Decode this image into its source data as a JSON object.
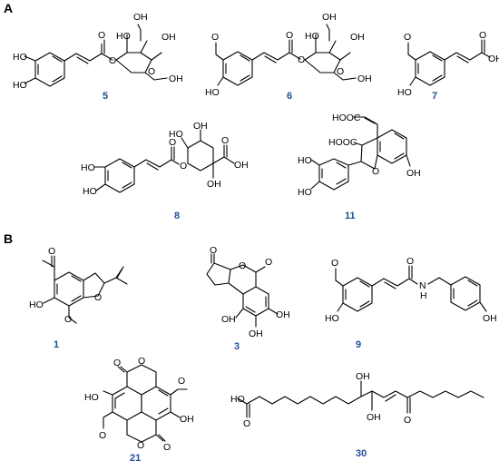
{
  "panels": [
    {
      "label": "A",
      "compounds": [
        {
          "number": "5",
          "atoms": [
            {
              "t": "HO",
              "id": "a1"
            },
            {
              "t": "HO",
              "id": "a2"
            },
            {
              "t": "O",
              "id": "a3"
            },
            {
              "t": "O",
              "id": "a4"
            },
            {
              "t": "O",
              "id": "a5"
            },
            {
              "t": "HO",
              "id": "a6"
            },
            {
              "t": "OH",
              "id": "a7"
            },
            {
              "t": "OH",
              "id": "a8"
            },
            {
              "t": "OH",
              "id": "a9"
            }
          ]
        },
        {
          "number": "6",
          "atoms": [
            {
              "t": "O",
              "id": "a1"
            },
            {
              "t": "HO",
              "id": "a2"
            },
            {
              "t": "O",
              "id": "a3"
            },
            {
              "t": "O",
              "id": "a4"
            },
            {
              "t": "O",
              "id": "a5"
            },
            {
              "t": "HO",
              "id": "a6"
            },
            {
              "t": "OH",
              "id": "a7"
            },
            {
              "t": "OH",
              "id": "a8"
            },
            {
              "t": "OH",
              "id": "a9"
            }
          ]
        },
        {
          "number": "7",
          "atoms": [
            {
              "t": "O",
              "id": "a1"
            },
            {
              "t": "HO",
              "id": "a2"
            },
            {
              "t": "O",
              "id": "a3"
            },
            {
              "t": "OH",
              "id": "a4"
            }
          ]
        },
        {
          "number": "8",
          "atoms": [
            {
              "t": "HO",
              "id": "a1"
            },
            {
              "t": "HO",
              "id": "a2"
            },
            {
              "t": "O",
              "id": "a3"
            },
            {
              "t": "O",
              "id": "a4"
            },
            {
              "t": "OH",
              "id": "a5"
            },
            {
              "t": "HO",
              "id": "a6"
            },
            {
              "t": "O",
              "id": "a7"
            },
            {
              "t": "OH",
              "id": "a8"
            },
            {
              "t": "OH",
              "id": "a9"
            }
          ]
        },
        {
          "number": "11",
          "atoms": [
            {
              "t": "HOOC",
              "id": "a1"
            },
            {
              "t": "HOOC",
              "id": "a2"
            },
            {
              "t": "HO",
              "id": "a3"
            },
            {
              "t": "HO",
              "id": "a4"
            },
            {
              "t": "O",
              "id": "a5"
            },
            {
              "t": "OH",
              "id": "a6"
            }
          ]
        }
      ]
    },
    {
      "label": "B",
      "compounds": [
        {
          "number": "1",
          "atoms": [
            {
              "t": "O",
              "id": "a1"
            },
            {
              "t": "HO",
              "id": "a2"
            },
            {
              "t": "O",
              "id": "a3"
            },
            {
              "t": "O",
              "id": "a4"
            }
          ]
        },
        {
          "number": "3",
          "atoms": [
            {
              "t": "O",
              "id": "a1"
            },
            {
              "t": "O",
              "id": "a2"
            },
            {
              "t": "O",
              "id": "a3"
            },
            {
              "t": "OH",
              "id": "a4"
            },
            {
              "t": "OH",
              "id": "a5"
            },
            {
              "t": "OH",
              "id": "a6"
            }
          ]
        },
        {
          "number": "9",
          "atoms": [
            {
              "t": "O",
              "id": "a1"
            },
            {
              "t": "O",
              "id": "a2"
            },
            {
              "t": "N",
              "id": "a3"
            },
            {
              "t": "H",
              "id": "a4"
            },
            {
              "t": "HO",
              "id": "a5"
            },
            {
              "t": "OH",
              "id": "a6"
            }
          ]
        },
        {
          "number": "21",
          "atoms": [
            {
              "t": "O",
              "id": "a1"
            },
            {
              "t": "O",
              "id": "a2"
            },
            {
              "t": "O",
              "id": "a3"
            },
            {
              "t": "HO",
              "id": "a4"
            },
            {
              "t": "OH",
              "id": "a5"
            },
            {
              "t": "O",
              "id": "a6"
            },
            {
              "t": "O",
              "id": "a7"
            },
            {
              "t": "O",
              "id": "a8"
            },
            {
              "t": "O",
              "id": "a9"
            }
          ]
        },
        {
          "number": "30",
          "atoms": [
            {
              "t": "HO",
              "id": "a1"
            },
            {
              "t": "O",
              "id": "a2"
            },
            {
              "t": "OH",
              "id": "a3"
            },
            {
              "t": "OH",
              "id": "a4"
            },
            {
              "t": "O",
              "id": "a5"
            }
          ]
        }
      ]
    }
  ],
  "colors": {
    "number": "#1f4e99",
    "bond": "#000000",
    "background": "#ffffff"
  }
}
